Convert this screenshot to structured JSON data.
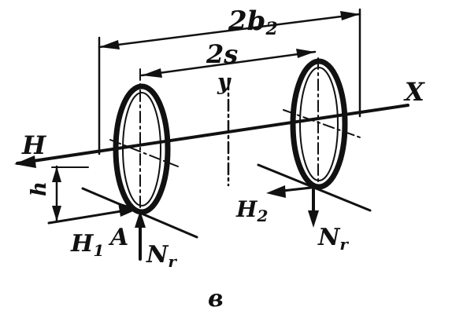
{
  "diagram": {
    "labels": {
      "dim_outer": "2b",
      "dim_outer_sub": "2",
      "dim_inner": "2s",
      "axis_y": "y",
      "axis_x": "X",
      "force_H": "H",
      "force_H1": "H",
      "force_H1_sub": "1",
      "point_A": "A",
      "force_N_left": "N",
      "force_N_left_sub": "r",
      "force_H2": "H",
      "force_H2_sub": "2",
      "force_N_right": "N",
      "force_N_right_sub": "r",
      "height_h": "h",
      "caption": "в"
    }
  }
}
